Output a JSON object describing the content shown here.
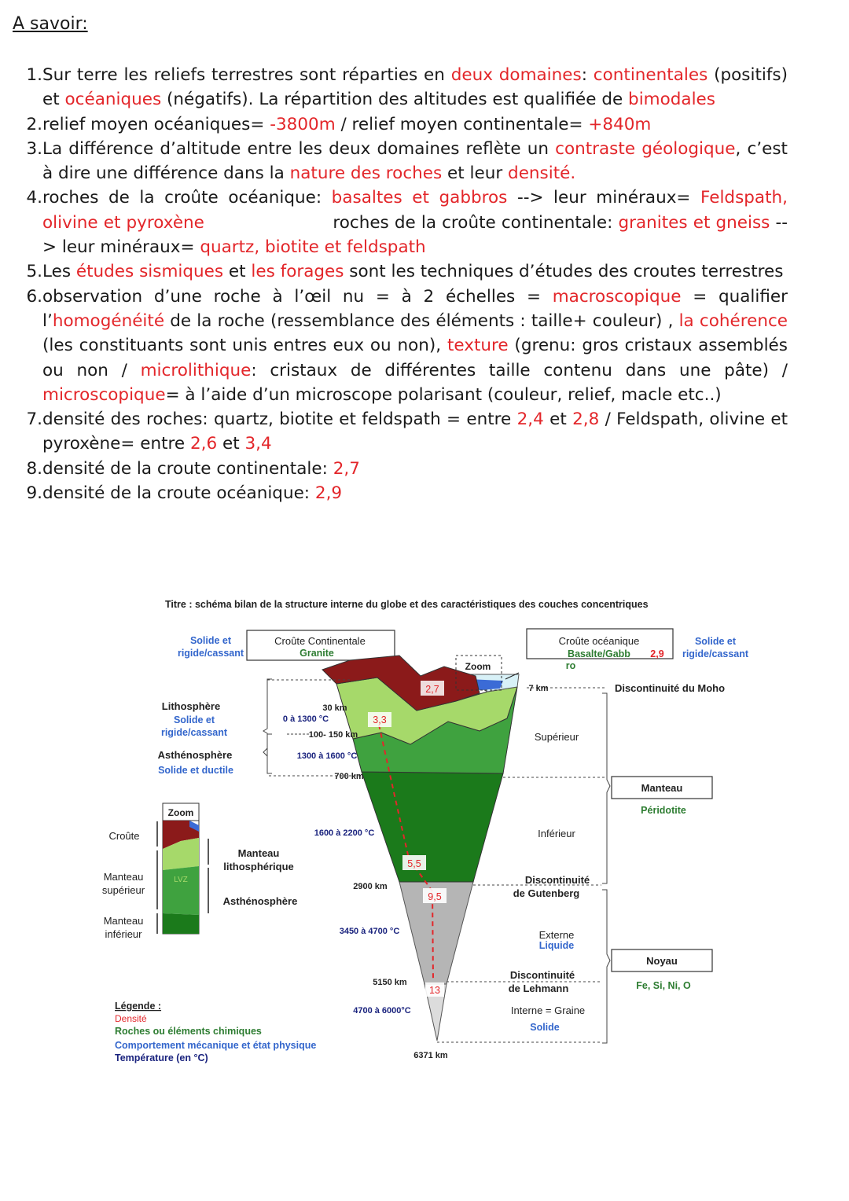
{
  "heading": "A savoir:",
  "notes": [
    {
      "num": "1.",
      "parts": [
        {
          "t": "Sur terre les reliefs terrestres sont réparties en "
        },
        {
          "t": "deux domaines",
          "r": true
        },
        {
          "t": ": "
        },
        {
          "t": "continentales",
          "r": true
        },
        {
          "t": " (positifs) et "
        },
        {
          "t": "océaniques",
          "r": true
        },
        {
          "t": " (négatifs). La répartition des altitudes est qualifiée de "
        },
        {
          "t": "bimodales",
          "r": true
        }
      ]
    },
    {
      "num": "2.",
      "parts": [
        {
          "t": "relief moyen océaniques= "
        },
        {
          "t": "-3800m",
          "r": true
        },
        {
          "t": " / relief moyen continentale= "
        },
        {
          "t": "+840m",
          "r": true
        }
      ]
    },
    {
      "num": "3.",
      "parts": [
        {
          "t": "La différence d’altitude entre les deux domaines reflète un "
        },
        {
          "t": "contraste géologique",
          "r": true
        },
        {
          "t": ", c’est à dire une différence dans la "
        },
        {
          "t": "nature des roches",
          "r": true
        },
        {
          "t": " et leur "
        },
        {
          "t": "densité.",
          "r": true
        }
      ]
    },
    {
      "num": "4.",
      "parts": [
        {
          "t": "roches de la croûte océanique: "
        },
        {
          "t": "basaltes et gabbros",
          "r": true
        },
        {
          "t": " --> leur minéraux= "
        },
        {
          "t": "Feldspath, olivine et pyroxène",
          "r": true
        },
        {
          "t": "                       roches de la croûte continentale: "
        },
        {
          "t": "granites et gneiss",
          "r": true
        },
        {
          "t": " --> leur minéraux= "
        },
        {
          "t": "quartz, biotite et feldspath",
          "r": true
        }
      ]
    },
    {
      "num": "5.",
      "parts": [
        {
          "t": "Les "
        },
        {
          "t": "études sismiques",
          "r": true
        },
        {
          "t": " et "
        },
        {
          "t": "les forages",
          "r": true
        },
        {
          "t": " sont les techniques d’études des croutes terrestres"
        }
      ]
    },
    {
      "num": "6.",
      "parts": [
        {
          "t": "observation d’une roche à l’œil nu = à 2 échelles = "
        },
        {
          "t": "macroscopique",
          "r": true
        },
        {
          "t": " = qualifier l’"
        },
        {
          "t": "homogénéité",
          "r": true
        },
        {
          "t": " de la roche (ressemblance des éléments : taille+ couleur) , "
        },
        {
          "t": "la cohérence",
          "r": true
        },
        {
          "t": " (les constituants sont unis entres eux ou non), "
        },
        {
          "t": "texture",
          "r": true
        },
        {
          "t": " (grenu: gros cristaux assemblés ou non / "
        },
        {
          "t": "microlithique",
          "r": true
        },
        {
          "t": ": cristaux de différentes taille contenu dans une pâte) / "
        },
        {
          "t": "microscopique",
          "r": true
        },
        {
          "t": "= à l’aide d’un microscope polarisant (couleur, relief, macle etc..)"
        }
      ]
    },
    {
      "num": "7.",
      "parts": [
        {
          "t": "densité des roches: quartz, biotite et feldspath = entre "
        },
        {
          "t": "2,4",
          "r": true
        },
        {
          "t": " et "
        },
        {
          "t": "2,8",
          "r": true
        },
        {
          "t": " / Feldspath, olivine et pyroxène= entre "
        },
        {
          "t": "2,6",
          "r": true
        },
        {
          "t": " et "
        },
        {
          "t": "3,4",
          "r": true
        }
      ]
    },
    {
      "num": "8.",
      "parts": [
        {
          "t": "densité de la croute continentale: "
        },
        {
          "t": "2,7",
          "r": true
        }
      ]
    },
    {
      "num": "9.",
      "parts": [
        {
          "t": "densité de la croute océanique: "
        },
        {
          "t": "2,9",
          "r": true
        }
      ]
    }
  ],
  "figure": {
    "title": "Titre : schéma bilan de la structure interne du globe et des caractéristiques des couches concentriques",
    "left_solid": "Solide et",
    "left_rigid": "rigide/cassant",
    "cc_box": "Croûte Continentale",
    "cc_rock": "Granite",
    "co_box": "Croûte océanique",
    "co_rock1": "Basalte/Gabb",
    "co_rock2": "ro",
    "co_density": "2,9",
    "right_solid": "Solide et",
    "right_rigid": "rigide/cassant",
    "zoom": "Zoom",
    "km7": "7 km",
    "moho": "Discontinuité du Moho",
    "litho": "Lithosphère",
    "litho_s1": "Solide et",
    "litho_s2": "rigide/cassant",
    "km30": "30 km",
    "t_litho": "0 à 1300 °C",
    "km100": "100- 150 km",
    "astheno": "Asthénosphère",
    "astheno_state": "Solide et ductile",
    "t_astheno": "1300 à 1600 °C",
    "km700": "700 km",
    "d27": "2,7",
    "d33": "3,3",
    "superieur": "Supérieur",
    "manteau": "Manteau",
    "peridotite": "Péridotite",
    "inferieur": "Inférieur",
    "t_manteau_inf": "1600 à 2200 °C",
    "d55": "5,5",
    "km2900": "2900 km",
    "d95": "9,5",
    "gutenberg1": "Discontinuité",
    "gutenberg2": "de Gutenberg",
    "t_externe": "3450 à 4700 °C",
    "externe": "Externe",
    "liquide": "Liquide",
    "noyau": "Noyau",
    "noyau_chem": "Fe, Si, Ni, O",
    "km5150": "5150 km",
    "d13": "13",
    "lehmann1": "Discontinuité",
    "lehmann2": "de Lehmann",
    "t_interne": "4700 à 6000°C",
    "interne": "Interne = Graine",
    "solide": "Solide",
    "km6371": "6371 km",
    "z_croute": "Croûte",
    "z_manteau_sup1": "Manteau",
    "z_manteau_sup2": "supérieur",
    "z_manteau_inf1": "Manteau",
    "z_manteau_inf2": "inférieur",
    "z_lvz": "LVZ",
    "z_manteau_litho1": "Manteau",
    "z_manteau_litho2": "lithosphérique",
    "z_astheno": "Asthénosphère",
    "legend_title": "Légende :",
    "legend_density": "Densité",
    "legend_rocks": "Roches ou éléments chimiques",
    "legend_meca": "Comportement mécanique et état physique",
    "legend_temp": "Température (en °C)",
    "colors": {
      "density": "#e3262a",
      "rocks": "#2e7d32",
      "meca": "#3366cc",
      "temp": "#1a237e",
      "crust_cont": "#8b1a1a",
      "crust_oce": "#3b6bd6",
      "litho": "#a6d96a",
      "astheno": "#4caf50",
      "mantle_inf": "#1b7a1b",
      "core_ext": "#b5b5b5",
      "core_int": "#dcdcdc"
    }
  }
}
